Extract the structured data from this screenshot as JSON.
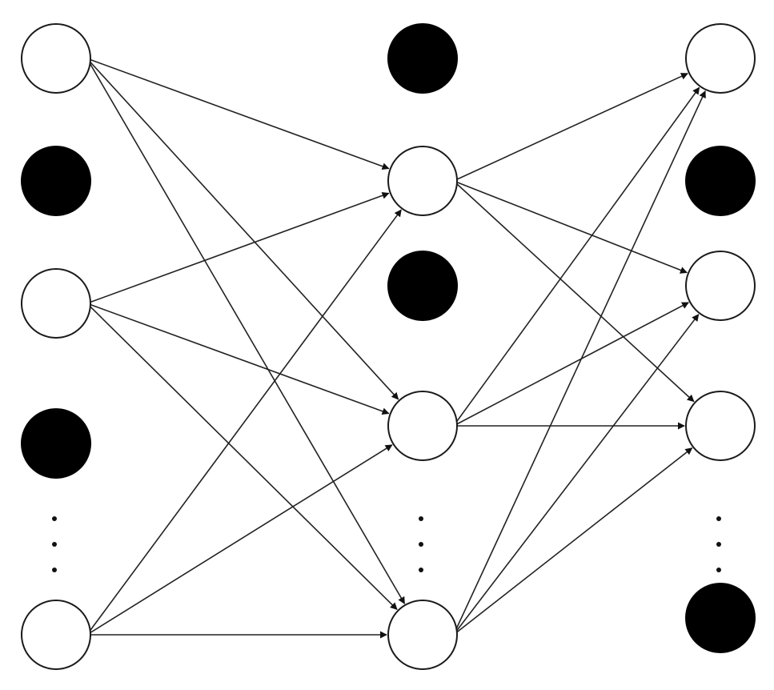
{
  "diagram": {
    "type": "neural-network-dropout",
    "colors": {
      "active": "#ffffff",
      "dropped": "#000000",
      "outline": "#1a1a1a",
      "edge": "#222222"
    },
    "layers": [
      {
        "name": "input",
        "units": [
          "active",
          "dropped",
          "active",
          "dropped",
          "ellipsis",
          "active"
        ]
      },
      {
        "name": "hidden",
        "units": [
          "dropped",
          "active",
          "dropped",
          "active",
          "ellipsis",
          "active"
        ]
      },
      {
        "name": "output",
        "units": [
          "active",
          "dropped",
          "active",
          "active",
          "ellipsis",
          "dropped"
        ]
      }
    ],
    "connections": [
      {
        "from": "input-1",
        "to": "hidden-2"
      },
      {
        "from": "input-1",
        "to": "hidden-4"
      },
      {
        "from": "input-1",
        "to": "hidden-6"
      },
      {
        "from": "input-3",
        "to": "hidden-2"
      },
      {
        "from": "input-3",
        "to": "hidden-4"
      },
      {
        "from": "input-3",
        "to": "hidden-6"
      },
      {
        "from": "input-6",
        "to": "hidden-2"
      },
      {
        "from": "input-6",
        "to": "hidden-4"
      },
      {
        "from": "input-6",
        "to": "hidden-6"
      },
      {
        "from": "hidden-2",
        "to": "output-1"
      },
      {
        "from": "hidden-2",
        "to": "output-3"
      },
      {
        "from": "hidden-2",
        "to": "output-4"
      },
      {
        "from": "hidden-4",
        "to": "output-1"
      },
      {
        "from": "hidden-4",
        "to": "output-3"
      },
      {
        "from": "hidden-4",
        "to": "output-4"
      },
      {
        "from": "hidden-6",
        "to": "output-1"
      },
      {
        "from": "hidden-6",
        "to": "output-3"
      },
      {
        "from": "hidden-6",
        "to": "output-4"
      }
    ]
  }
}
